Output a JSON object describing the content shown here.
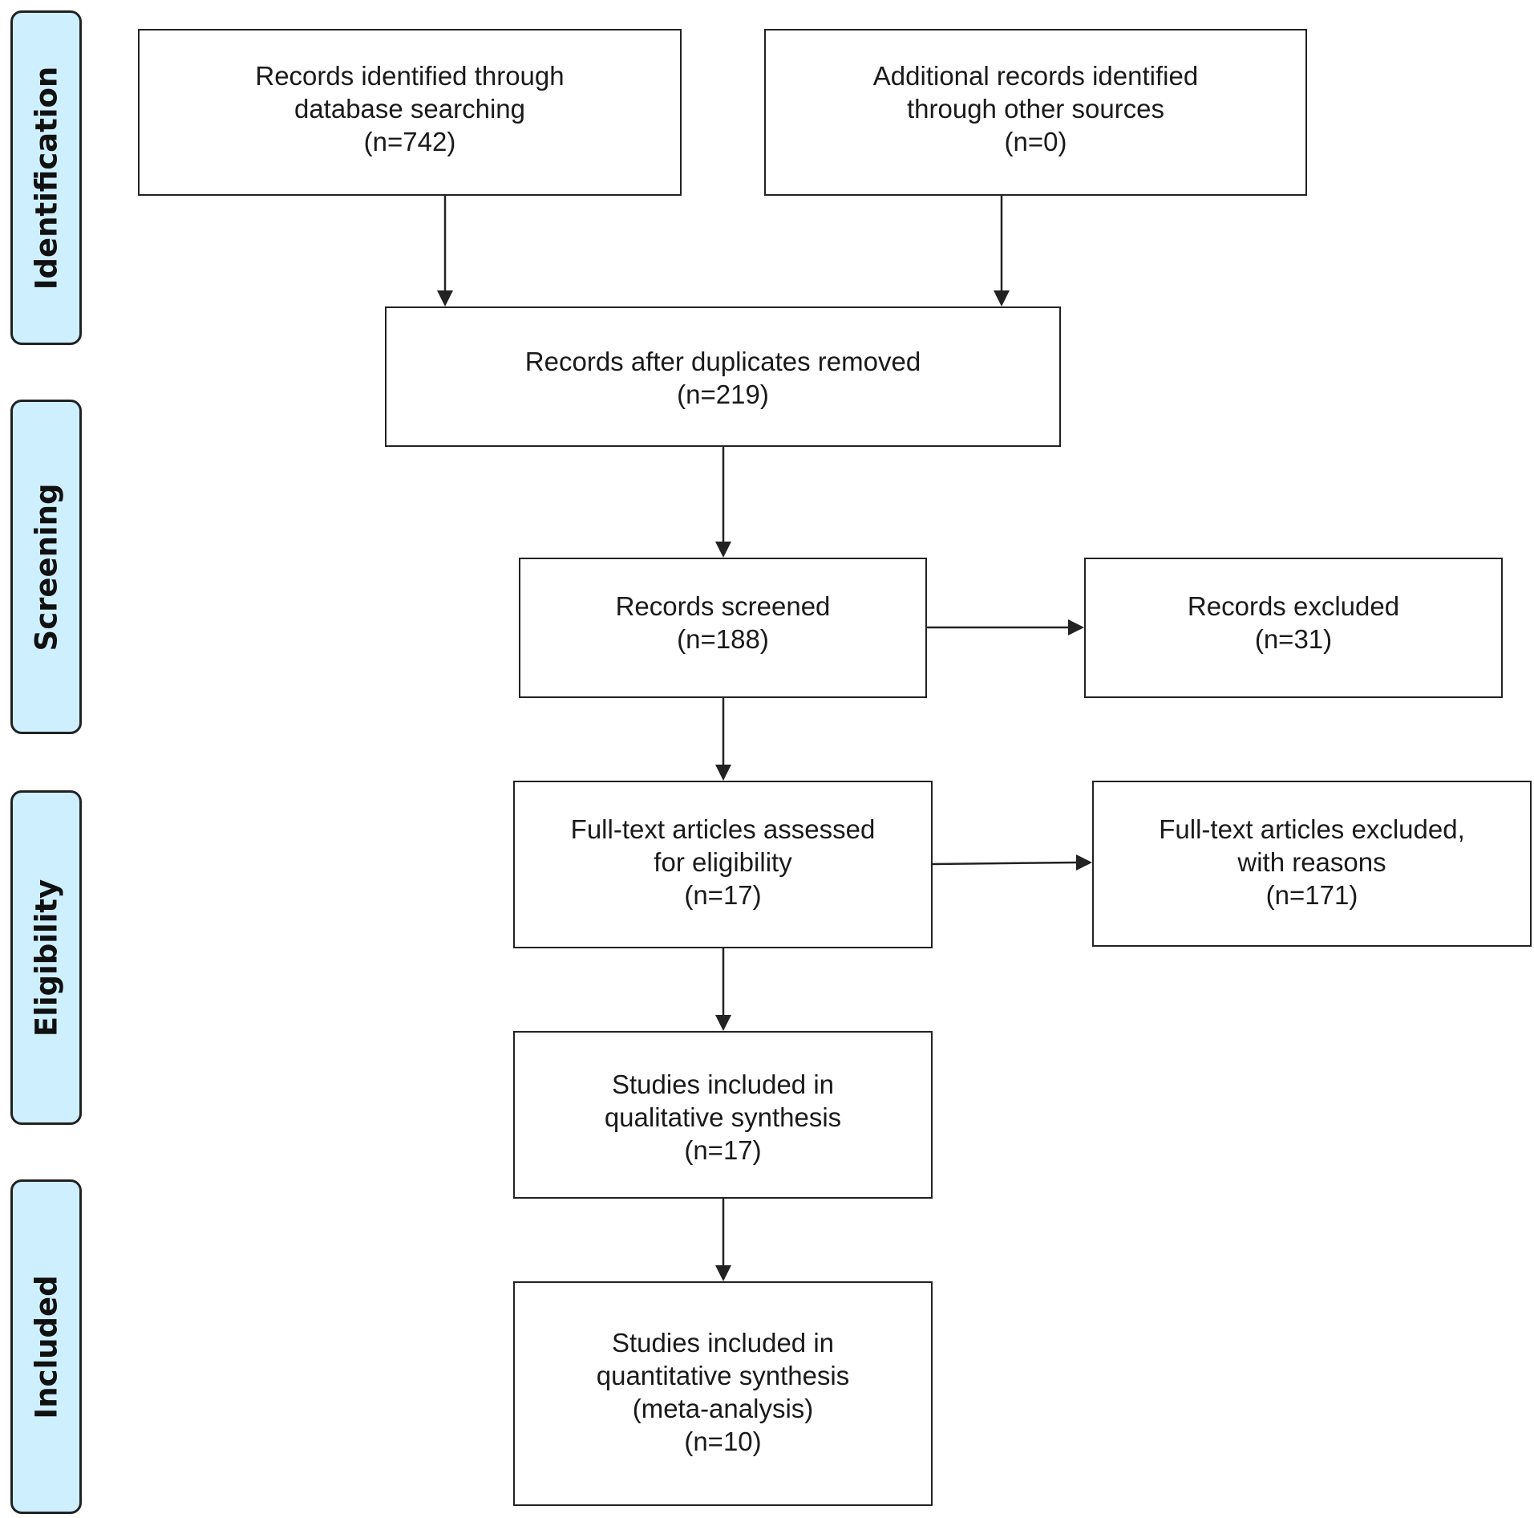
{
  "phases": {
    "identification": "Identification",
    "screening": "Screening",
    "eligibility": "Eligibility",
    "included": "Included"
  },
  "boxes": {
    "database_search": {
      "lines": [
        "Records identified through",
        "database searching",
        "(n=742)"
      ]
    },
    "other_sources": {
      "lines": [
        "Additional records identified",
        "through other sources",
        "(n=0)"
      ]
    },
    "duplicates_removed": {
      "lines": [
        "Records after duplicates removed",
        "(n=219)"
      ]
    },
    "records_screened": {
      "lines": [
        "Records screened",
        "(n=188)"
      ]
    },
    "records_excluded": {
      "lines": [
        "Records excluded",
        "(n=31)"
      ]
    },
    "full_text_assessed": {
      "lines": [
        "Full-text articles assessed",
        "for eligibility",
        "(n=17)"
      ]
    },
    "full_text_excluded": {
      "lines": [
        "Full-text articles excluded,",
        "with reasons",
        "(n=171)"
      ]
    },
    "qualitative_synthesis": {
      "lines": [
        "Studies included in",
        "qualitative synthesis",
        "(n=17)"
      ]
    },
    "quantitative_synthesis": {
      "lines": [
        "Studies included in",
        "quantitative synthesis",
        "(meta-analysis)",
        "(n=10)"
      ]
    }
  },
  "colors": {
    "phase_fill": "#cdeffe",
    "stroke": "#222222",
    "text": "#1a1a1a"
  }
}
